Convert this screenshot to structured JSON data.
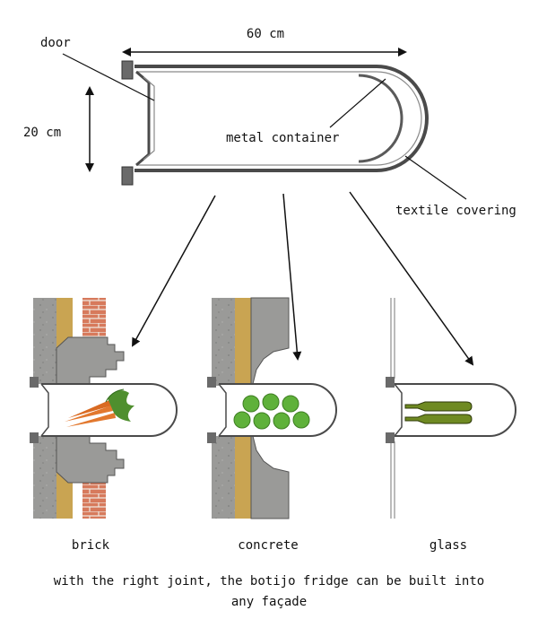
{
  "labels": {
    "door": "door",
    "width": "60 cm",
    "height": "20 cm",
    "container": "metal container",
    "covering": "textile covering"
  },
  "panels": [
    {
      "label": "brick"
    },
    {
      "label": "concrete"
    },
    {
      "label": "glass"
    }
  ],
  "caption": {
    "line1": "with the right joint, the botijo fridge can be built into",
    "line2": "any façade"
  },
  "colors": {
    "stone": "#9a9a98",
    "stone_dark": "#7f807e",
    "insulation": "#c9a452",
    "brick": "#d77a5c",
    "container_fill": "#ffffff",
    "outline": "#4a4a4a",
    "carrot": "#e2782e",
    "carrot_leaf": "#4f8f2e",
    "apple": "#5fb13a",
    "bottle": "#6f8a22"
  }
}
